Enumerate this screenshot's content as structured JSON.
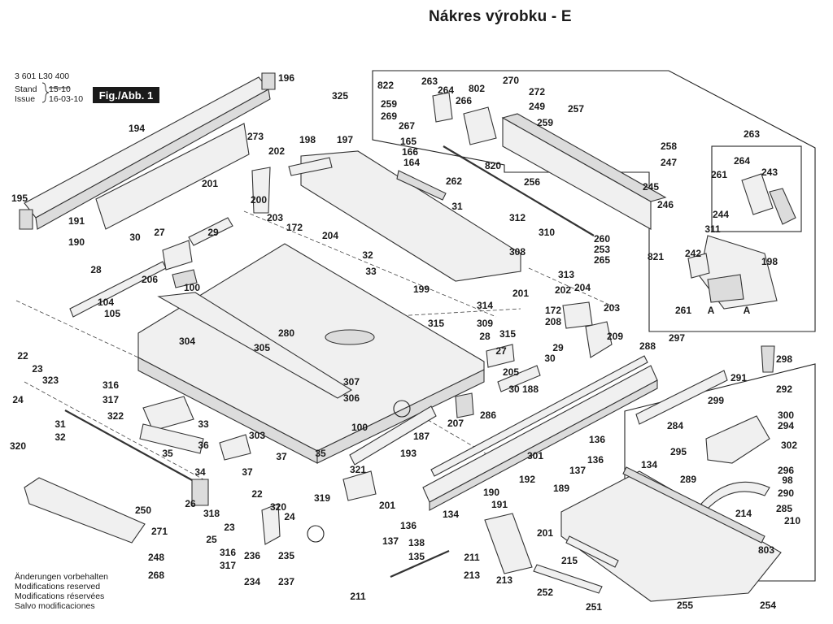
{
  "title": "Nákres výrobku - E",
  "doc_number": "3 601 L30 400",
  "stand_label": "Stand",
  "issue_label": "Issue",
  "stand_date": "15-10",
  "issue_date": "16-03-10",
  "figure_label": "Fig./Abb. 1",
  "footer": [
    "Änderungen vorbehalten",
    "Modifications reserved",
    "Modifications réservées",
    "Salvo modificaciones"
  ],
  "callouts": [
    "196",
    "194",
    "273",
    "202",
    "198",
    "197",
    "201",
    "200",
    "203",
    "172",
    "204",
    "195",
    "191",
    "190",
    "30",
    "27",
    "29",
    "28",
    "206",
    "100",
    "104",
    "105",
    "32",
    "33",
    "199",
    "31",
    "304",
    "305",
    "280",
    "307",
    "306",
    "22",
    "23",
    "323",
    "316",
    "317",
    "24",
    "320",
    "322",
    "31",
    "32",
    "33",
    "36",
    "35",
    "303",
    "37",
    "35",
    "34",
    "37",
    "321",
    "319",
    "26",
    "318",
    "23",
    "22",
    "320",
    "24",
    "25",
    "316",
    "317",
    "236",
    "234",
    "235",
    "237",
    "250",
    "271",
    "248",
    "268",
    "822",
    "263",
    "264",
    "802",
    "270",
    "272",
    "249",
    "325",
    "259",
    "269",
    "267",
    "266",
    "165",
    "166",
    "164",
    "262",
    "820",
    "256",
    "257",
    "259",
    "263",
    "264",
    "243",
    "261",
    "258",
    "247",
    "245",
    "246",
    "244",
    "260",
    "253",
    "265",
    "821",
    "242",
    "198",
    "312",
    "310",
    "311",
    "308",
    "313",
    "202",
    "204",
    "172",
    "203",
    "201",
    "314",
    "309",
    "315",
    "315",
    "208",
    "209",
    "29",
    "30",
    "28",
    "27",
    "205",
    "30",
    "100",
    "207",
    "187",
    "188",
    "193",
    "286",
    "301",
    "288",
    "297",
    "298",
    "291",
    "292",
    "299",
    "284",
    "300",
    "294",
    "302",
    "295",
    "296",
    "98",
    "289",
    "290",
    "285",
    "210",
    "214",
    "803",
    "134",
    "136",
    "137",
    "136",
    "192",
    "190",
    "191",
    "189",
    "201",
    "134",
    "136",
    "137",
    "201",
    "138",
    "135",
    "211",
    "213",
    "213",
    "211",
    "215",
    "252",
    "251",
    "255",
    "254",
    "261",
    "A",
    "A"
  ]
}
